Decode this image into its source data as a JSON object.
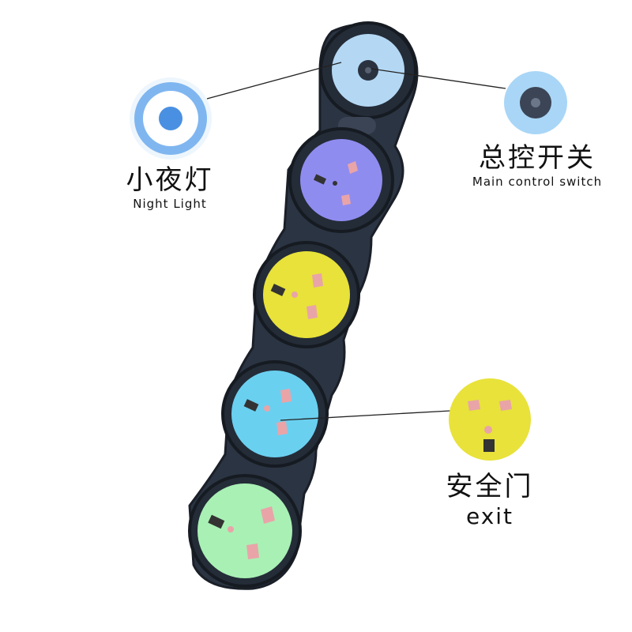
{
  "callouts": {
    "night_light": {
      "title_cn": "小夜灯",
      "title_en": "Night Light"
    },
    "main_switch": {
      "title_cn": "总控开关",
      "title_en": "Main control switch"
    },
    "safety_door": {
      "title_cn": "安全门",
      "title_en": "exit"
    }
  },
  "power_strip": {
    "sockets": [
      {
        "name": "socket-1",
        "color": "#8f8cf0"
      },
      {
        "name": "socket-2",
        "color": "#e8e23a"
      },
      {
        "name": "socket-3",
        "color": "#6ad0f0"
      },
      {
        "name": "socket-4",
        "color": "#a9f0b4"
      }
    ],
    "body_color": "#2b3442",
    "switch_ring_color": "#b4d8f4",
    "pin_color": "#e9a4a8"
  },
  "icons": [
    "night-light-icon",
    "power-button-icon",
    "socket-face-icon"
  ]
}
